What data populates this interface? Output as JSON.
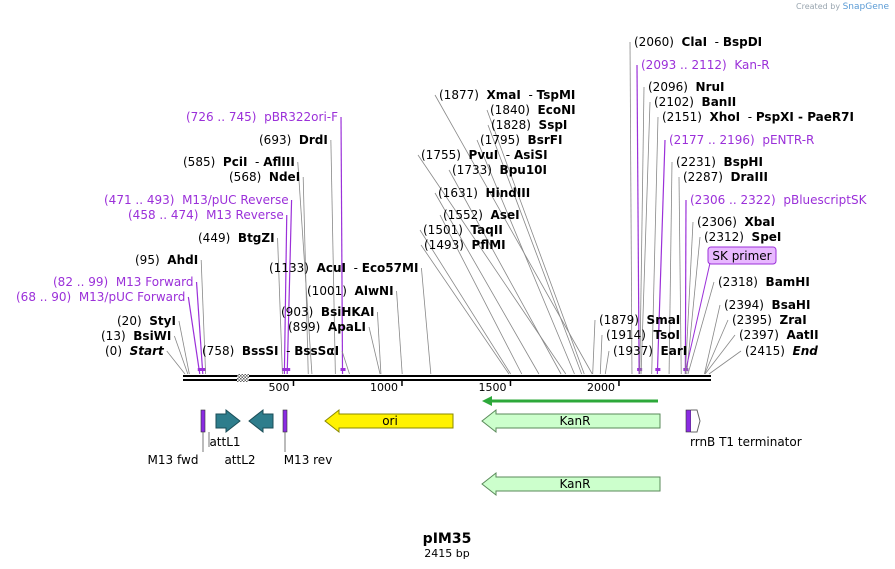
{
  "credit": {
    "prefix": "Created by",
    "brand": "SnapGene"
  },
  "title": "pIM35",
  "subtitle": "2415 bp",
  "colors": {
    "primer": "#9B30D9",
    "ori": "#FFF200",
    "kanr": "#CCFFCC",
    "att": "#2E7D8C",
    "m13": "#8A2BE2",
    "orf": "#2DA83A"
  },
  "sequence_length": 2415,
  "ruler": {
    "ticks": [
      {
        "bp": 500,
        "label": "500"
      },
      {
        "bp": 1000,
        "label": "1000"
      },
      {
        "bp": 1500,
        "label": "1500"
      },
      {
        "bp": 2000,
        "label": "2000"
      }
    ]
  },
  "labels": [
    {
      "kind": "enzyme",
      "bp": 0,
      "pos": "(0)",
      "name": "Start",
      "italic": true
    },
    {
      "kind": "enzyme",
      "bp": 13,
      "pos": "(13)",
      "name": "BsiWI"
    },
    {
      "kind": "enzyme",
      "bp": 20,
      "pos": "(20)",
      "name": "StyI"
    },
    {
      "kind": "primer",
      "bp": 68,
      "pos": "(68 .. 90)",
      "name": "M13/pUC Forward"
    },
    {
      "kind": "primer",
      "bp": 82,
      "pos": "(82 .. 99)",
      "name": "M13 Forward"
    },
    {
      "kind": "enzyme",
      "bp": 95,
      "pos": "(95)",
      "name": "AhdI"
    },
    {
      "kind": "enzyme",
      "bp": 449,
      "pos": "(449)",
      "name": "BtgZI"
    },
    {
      "kind": "primer",
      "bp": 458,
      "pos": "(458 .. 474)",
      "name": "M13 Reverse"
    },
    {
      "kind": "primer",
      "bp": 471,
      "pos": "(471 .. 493)",
      "name": "M13/pUC Reverse"
    },
    {
      "kind": "enzyme",
      "bp": 568,
      "pos": "(568)",
      "name": "NdeI"
    },
    {
      "kind": "enzyme",
      "bp": 585,
      "pos": "(585)",
      "name": "PciI",
      "extra": "AflIII"
    },
    {
      "kind": "enzyme",
      "bp": 693,
      "pos": "(693)",
      "name": "DrdI"
    },
    {
      "kind": "primer",
      "bp": 726,
      "pos": "(726 .. 745)",
      "name": "pBR322ori-F"
    },
    {
      "kind": "enzyme",
      "bp": 758,
      "pos": "(758)",
      "name": "BssSI",
      "extra": "BssSαI"
    },
    {
      "kind": "enzyme",
      "bp": 899,
      "pos": "(899)",
      "name": "ApaLI"
    },
    {
      "kind": "enzyme",
      "bp": 903,
      "pos": "(903)",
      "name": "BsiHKAI"
    },
    {
      "kind": "enzyme",
      "bp": 1001,
      "pos": "(1001)",
      "name": "AlwNI"
    },
    {
      "kind": "enzyme",
      "bp": 1133,
      "pos": "(1133)",
      "name": "AcuI",
      "extra": "Eco57MI"
    },
    {
      "kind": "enzyme",
      "bp": 1493,
      "pos": "(1493)",
      "name": "PflMI"
    },
    {
      "kind": "enzyme",
      "bp": 1501,
      "pos": "(1501)",
      "name": "TaqII"
    },
    {
      "kind": "enzyme",
      "bp": 1552,
      "pos": "(1552)",
      "name": "AseI"
    },
    {
      "kind": "enzyme",
      "bp": 1631,
      "pos": "(1631)",
      "name": "HindIII"
    },
    {
      "kind": "enzyme",
      "bp": 1733,
      "pos": "(1733)",
      "name": "Bpu10I"
    },
    {
      "kind": "enzyme",
      "bp": 1755,
      "pos": "(1755)",
      "name": "PvuI",
      "extra": "AsiSI"
    },
    {
      "kind": "enzyme",
      "bp": 1795,
      "pos": "(1795)",
      "name": "BsrFI"
    },
    {
      "kind": "enzyme",
      "bp": 1828,
      "pos": "(1828)",
      "name": "SspI"
    },
    {
      "kind": "enzyme",
      "bp": 1840,
      "pos": "(1840)",
      "name": "EcoNI"
    },
    {
      "kind": "enzyme",
      "bp": 1877,
      "pos": "(1877)",
      "name": "XmaI",
      "extra": "TspMI"
    },
    {
      "kind": "enzyme",
      "bp": 1879,
      "pos": "(1879)",
      "name": "SmaI"
    },
    {
      "kind": "enzyme",
      "bp": 1914,
      "pos": "(1914)",
      "name": "TsoI"
    },
    {
      "kind": "enzyme",
      "bp": 1937,
      "pos": "(1937)",
      "name": "EarI"
    },
    {
      "kind": "enzyme",
      "bp": 2060,
      "pos": "(2060)",
      "name": "ClaI",
      "extra": "BspDI"
    },
    {
      "kind": "primer",
      "bp": 2093,
      "pos": "(2093 .. 2112)",
      "name": "Kan-R"
    },
    {
      "kind": "enzyme",
      "bp": 2096,
      "pos": "(2096)",
      "name": "NruI"
    },
    {
      "kind": "enzyme",
      "bp": 2102,
      "pos": "(2102)",
      "name": "BanII"
    },
    {
      "kind": "enzyme",
      "bp": 2151,
      "pos": "(2151)",
      "name": "XhoI",
      "extra": "PspXI - PaeR7I"
    },
    {
      "kind": "primer",
      "bp": 2177,
      "pos": "(2177 .. 2196)",
      "name": "pENTR-R"
    },
    {
      "kind": "enzyme",
      "bp": 2231,
      "pos": "(2231)",
      "name": "BspHI"
    },
    {
      "kind": "enzyme",
      "bp": 2287,
      "pos": "(2287)",
      "name": "DraIII"
    },
    {
      "kind": "primer",
      "bp": 2306,
      "pos": "(2306 .. 2322)",
      "name": "pBluescriptSK"
    },
    {
      "kind": "enzyme",
      "bp": 2306,
      "pos": "(2306)",
      "name": "XbaI"
    },
    {
      "kind": "enzyme",
      "bp": 2312,
      "pos": "(2312)",
      "name": "SpeI"
    },
    {
      "kind": "primerbox",
      "bp": 2310,
      "name": "SK primer"
    },
    {
      "kind": "enzyme",
      "bp": 2318,
      "pos": "(2318)",
      "name": "BamHI"
    },
    {
      "kind": "enzyme",
      "bp": 2394,
      "pos": "(2394)",
      "name": "BsaHI"
    },
    {
      "kind": "enzyme",
      "bp": 2395,
      "pos": "(2395)",
      "name": "ZraI"
    },
    {
      "kind": "enzyme",
      "bp": 2397,
      "pos": "(2397)",
      "name": "AatII"
    },
    {
      "kind": "enzyme",
      "bp": 2415,
      "pos": "(2415)",
      "name": "End",
      "italic": true
    }
  ],
  "features": [
    {
      "name": "M13 fwd",
      "type": "primer_site",
      "start": 68,
      "end": 99
    },
    {
      "name": "attL1",
      "type": "att",
      "start": 150,
      "end": 250,
      "direction": "right"
    },
    {
      "name": "attL2",
      "type": "att",
      "start": 300,
      "end": 400,
      "direction": "left"
    },
    {
      "name": "M13 rev",
      "type": "primer_site",
      "start": 458,
      "end": 493
    },
    {
      "name": "ori",
      "type": "ori",
      "start": 650,
      "end": 1240,
      "direction": "left"
    },
    {
      "name": "KanR",
      "type": "cds",
      "start": 1400,
      "end": 2200,
      "direction": "left"
    },
    {
      "name": "rrnB T1 terminator",
      "type": "terminator",
      "start": 2310,
      "end": 2350
    },
    {
      "name": "KanR",
      "type": "cds",
      "start": 1400,
      "end": 2200,
      "direction": "left",
      "track": 2
    }
  ]
}
